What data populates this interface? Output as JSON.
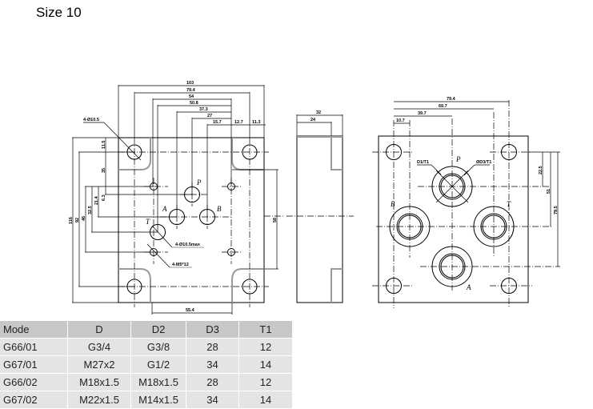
{
  "title": "Size 10",
  "front_view": {
    "top_dims": [
      "103",
      "79.4",
      "54",
      "50.8",
      "37.3",
      "27",
      "15.7",
      "12.7",
      "11.3"
    ],
    "left_dims": [
      "11.5",
      "35",
      "6.3",
      "21.4",
      "32.5",
      "46",
      "92",
      "116"
    ],
    "right_dim": "58",
    "bottom_dim": "55.4",
    "callouts": {
      "mount_holes": "4-Ø10.5",
      "port_holes": "4-Ø10.5max",
      "threads": "4-M5*12"
    },
    "ports": [
      "P",
      "A",
      "B",
      "T"
    ]
  },
  "side_view": {
    "dims": [
      "32",
      "24"
    ]
  },
  "rear_view": {
    "top_dims": [
      "79.4",
      "69.7",
      "39.7",
      "10.7"
    ],
    "right_dims": [
      "22.5",
      "51",
      "79.5"
    ],
    "callouts": {
      "left": "D1/T1",
      "right": "ØD3/T1"
    },
    "ports": [
      "P",
      "B",
      "T",
      "A"
    ]
  },
  "table": {
    "headers": [
      "Mode",
      "D",
      "D2",
      "D3",
      "T1"
    ],
    "rows": [
      [
        "G66/01",
        "G3/4",
        "G3/8",
        "28",
        "12"
      ],
      [
        "G67/01",
        "M27x2",
        "G1/2",
        "34",
        "14"
      ],
      [
        "G66/02",
        "M18x1.5",
        "M18x1.5",
        "28",
        "12"
      ],
      [
        "G67/02",
        "M22x1.5",
        "M14x1.5",
        "34",
        "14"
      ]
    ]
  }
}
